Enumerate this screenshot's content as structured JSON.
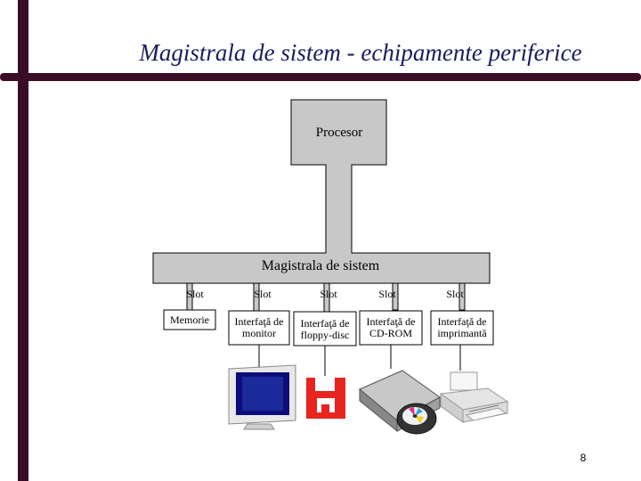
{
  "title": "Magistrala de sistem - echipamente periferice",
  "processor": {
    "label": "Procesor"
  },
  "bus": {
    "label": "Magistrala de   sistem"
  },
  "slots": [
    "Slot",
    "Slot",
    "Slot",
    "Slot",
    "Slot"
  ],
  "interfaces": [
    {
      "label": "Memorie"
    },
    {
      "label": "Interfaţă de monitor"
    },
    {
      "label": "Interfaţă de floppy-disc"
    },
    {
      "label": "Interfaţă de CD-ROM"
    },
    {
      "label": "Interfaţă de imprimantă"
    }
  ],
  "devices": [
    "monitor-icon",
    "floppy-disk-icon",
    "cd-rom-drive-icon",
    "printer-icon"
  ],
  "colors": {
    "accent_bar": "#3a0d26",
    "title_text": "#1a1a60",
    "diagram_fill": "#c8c8c8"
  },
  "page_number": "8"
}
